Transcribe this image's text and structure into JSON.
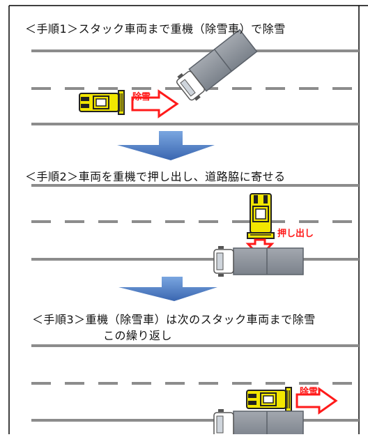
{
  "steps": [
    {
      "title": "＜手順1＞スタック車両まで重機（除雪車）で除雪",
      "action_label": "除雪"
    },
    {
      "title": "＜手順2＞車両を重機で押し出し、道路脇に寄せる",
      "action_label": "押し出し"
    },
    {
      "title_line1": "＜手順3＞重機（除雪車）は次のスタック車両まで除雪",
      "title_line2": "この繰り返し",
      "action_label": "除雪"
    }
  ],
  "colors": {
    "road_line": "#8c8c8c",
    "machine_body": "#f2e600",
    "machine_dark": "#222222",
    "action_red": "#ff1a1a",
    "flow_arrow": "#4a78c0",
    "truck_gray": "#8a9099",
    "frame": "#000000"
  }
}
